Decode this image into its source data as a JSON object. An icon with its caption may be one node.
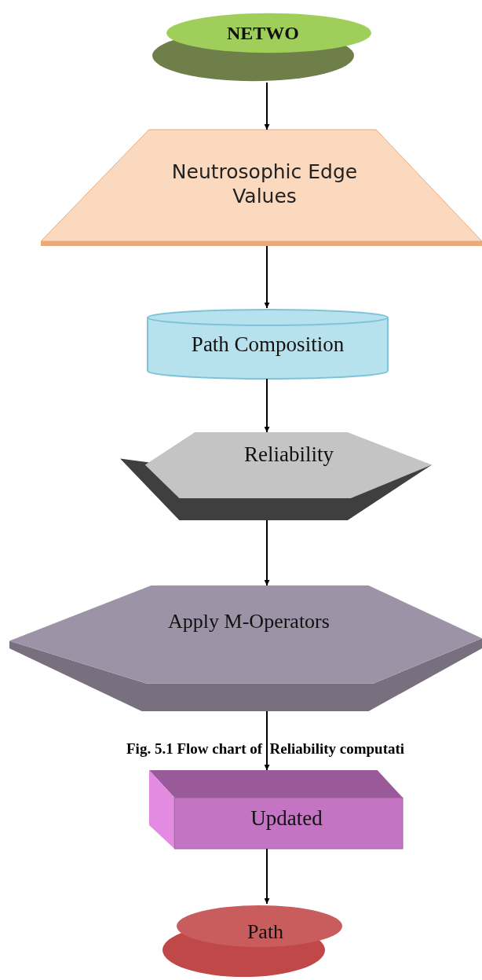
{
  "diagram": {
    "caption": "Fig. 5.1 Flow chart of  Reliability computati",
    "nodes": [
      {
        "text": [
          "NETWO"
        ]
      },
      {
        "text": [
          "Neutrosophic Edge Values"
        ]
      },
      {
        "text": [
          "Path Composition"
        ]
      },
      {
        "text": [
          "Reliability"
        ]
      },
      {
        "text": [
          "Apply M-Operators"
        ]
      },
      {
        "text": [
          "Updated"
        ]
      },
      {
        "text": [
          "Path"
        ]
      }
    ],
    "edges": [
      {
        "from": 0,
        "to": 1,
        "arrow": "to"
      },
      {
        "from": 1,
        "to": 2,
        "arrow": "to"
      },
      {
        "from": 2,
        "to": 3,
        "arrow": "to"
      },
      {
        "from": 3,
        "to": 4,
        "arrow": "to"
      },
      {
        "from": 4,
        "to": 5,
        "arrow": "to"
      },
      {
        "from": 5,
        "to": 6,
        "arrow": "to"
      }
    ]
  }
}
